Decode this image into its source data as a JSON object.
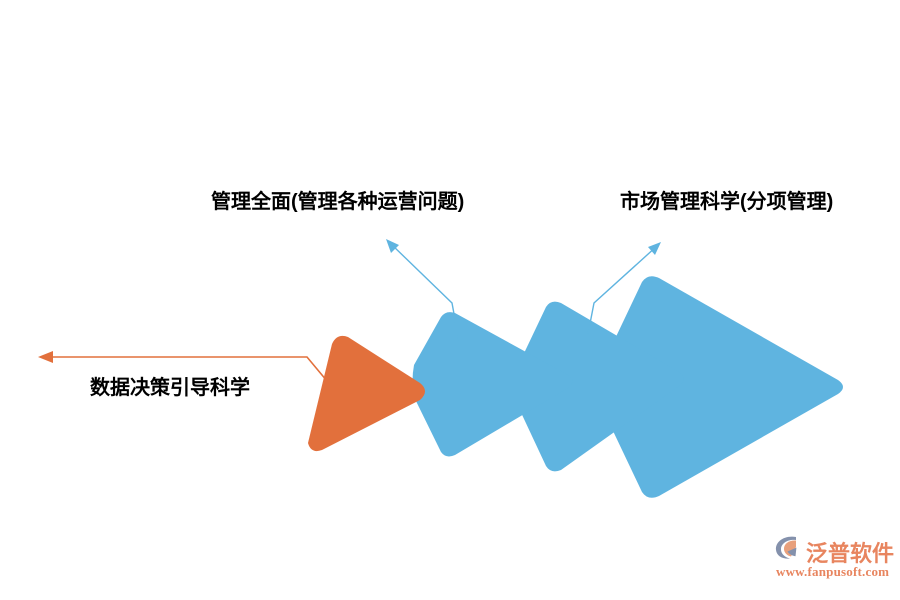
{
  "diagram": {
    "type": "process-arrow-chevrons",
    "background_color": "#ffffff",
    "accent_orange": "#e2703c",
    "accent_blue": "#5fb4e0",
    "labels": {
      "top_left": "管理全面(管理各种运营问题)",
      "top_right": "市场管理科学(分项管理)",
      "left": "数据决策引导科学"
    },
    "shapes": [
      {
        "name": "orange-triangle-stage",
        "color": "#e2703c",
        "order": 1
      },
      {
        "name": "blue-chevron-stage-2",
        "color": "#5fb4e0",
        "order": 2
      },
      {
        "name": "blue-chevron-stage-3",
        "color": "#5fb4e0",
        "order": 3
      },
      {
        "name": "blue-chevron-stage-4",
        "color": "#5fb4e0",
        "order": 4
      }
    ],
    "connectors": [
      {
        "name": "orange-callout-left",
        "color": "#e2703c",
        "points_to": "数据决策引导科学"
      },
      {
        "name": "blue-callout-top-left",
        "color": "#5fb4e0",
        "points_to": "管理全面(管理各种运营问题)"
      },
      {
        "name": "blue-callout-top-right",
        "color": "#5fb4e0",
        "points_to": "市场管理科学(分项管理)"
      }
    ]
  },
  "watermark": {
    "brand": "泛普软件",
    "url": "www.fanpusoft.com",
    "brand_color": "#e8855f",
    "mark_color": "#8491ac"
  }
}
